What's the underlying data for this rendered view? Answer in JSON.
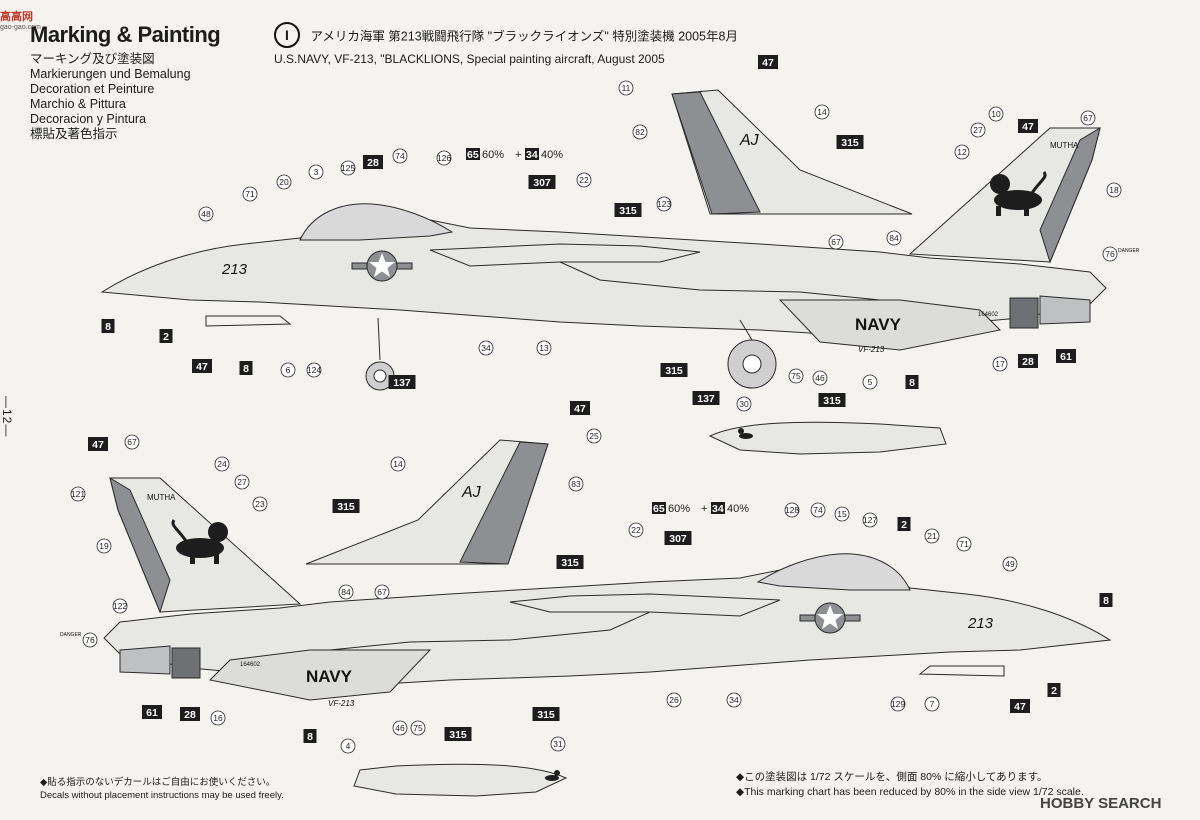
{
  "logo": {
    "text": "高高网",
    "sub": "gao-gao.com"
  },
  "header": {
    "title": "Marking & Painting",
    "lines": [
      "マーキング及び塗装図",
      "Markierungen und Bemalung",
      "Decoration et Peinture",
      "Marchio & Pittura",
      "Decoracion y Pintura",
      "標貼及著色指示"
    ]
  },
  "scheme": {
    "number": "I",
    "caption_jp": "アメリカ海軍 第213戦闘飛行隊 \"ブラックライオンズ\" 特別塗装機 2005年8月",
    "caption_en": "U.S.NAVY, VF-213, \"BLACKLIONS, Special painting aircraft, August 2005"
  },
  "page_number": "—12—",
  "aircraft_markings": {
    "modex": "213",
    "navy": "NAVY",
    "squadron": "VF-213",
    "tail_code": "AJ",
    "tail_name": "MUTHA",
    "bureau_number": "164602",
    "danger": "DANGER"
  },
  "mix_note": {
    "c1": "65",
    "p1": "60%",
    "c2": "34",
    "p2": "40%"
  },
  "colors": {
    "outline": "#2a2a2a",
    "paint_light": "#e7e7e4",
    "paint_dark": "#8d8f93",
    "badge_bg": "#1d1d1d"
  },
  "callouts_top": [
    "11",
    "47",
    "82",
    "14",
    "315",
    "47",
    "67",
    "10",
    "27",
    "12",
    "18",
    "3",
    "125",
    "28",
    "74",
    "126",
    "20",
    "71",
    "48",
    "22",
    "123",
    "315",
    "84",
    "67",
    "76",
    "2",
    "8",
    "47",
    "8",
    "6",
    "124",
    "34",
    "13",
    "137",
    "315",
    "75",
    "46",
    "5",
    "8",
    "17",
    "28",
    "61",
    "137",
    "30",
    "315",
    "307"
  ],
  "callouts_bottom": [
    "47",
    "25",
    "83",
    "14",
    "315",
    "47",
    "67",
    "24",
    "27",
    "23",
    "121",
    "19",
    "122",
    "76",
    "84",
    "67",
    "315",
    "22",
    "307",
    "128",
    "74",
    "15",
    "127",
    "2",
    "21",
    "71",
    "49",
    "8",
    "61",
    "28",
    "16",
    "8",
    "4",
    "46",
    "75",
    "26",
    "34",
    "315",
    "129",
    "7",
    "2",
    "47",
    "315",
    "31"
  ],
  "footer": {
    "jp_note": "◆貼る指示のないデカールはご自由にお使いください。",
    "en_note": "Decals without placement instructions may be used freely.",
    "jp_scale": "◆この塗装図は 1/72 スケールを、側面 80% に縮小してあります。",
    "en_scale": "◆This marking chart has been reduced by 80% in the side view 1/72 scale."
  },
  "watermark": "HOBBY SEARCH"
}
